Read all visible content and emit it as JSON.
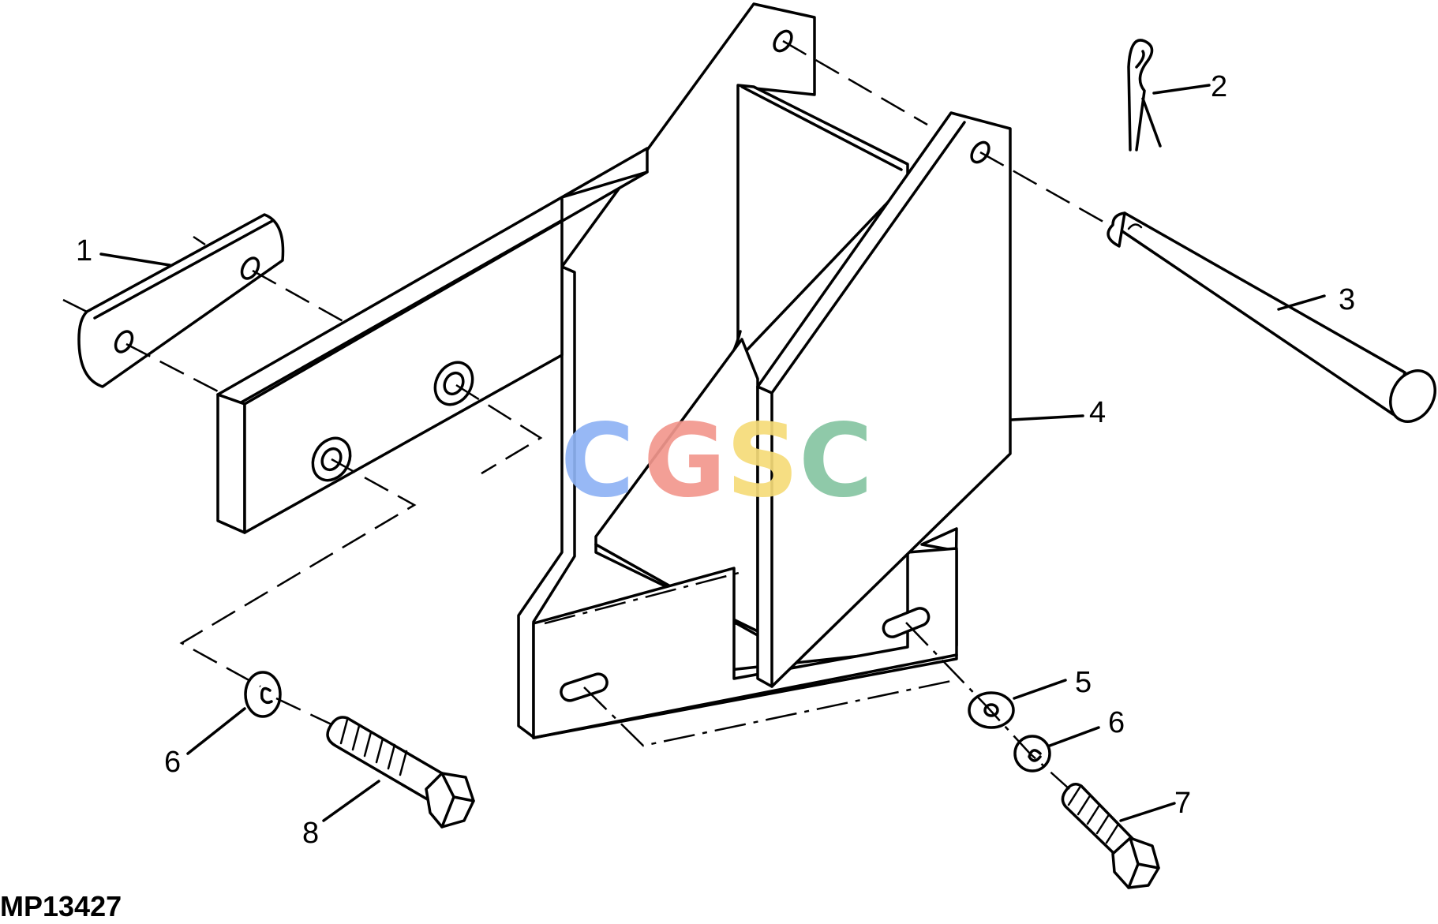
{
  "figure_id": "MP13427",
  "callouts": {
    "c1": "1",
    "c2": "2",
    "c3": "3",
    "c4": "4",
    "c5": "5",
    "c6a": "6",
    "c6b": "6",
    "c7": "7",
    "c8": "8"
  },
  "watermark": {
    "letters": [
      "C",
      "G",
      "S",
      "C"
    ],
    "colors": [
      "#8fb3f5",
      "#f2978e",
      "#f6dc79",
      "#86c5a2"
    ]
  }
}
